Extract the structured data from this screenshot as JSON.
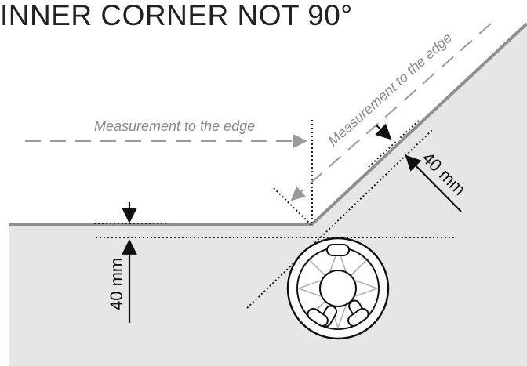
{
  "title": "INNER CORNER NOT 90°",
  "labels": {
    "measurement_horizontal": "Measurement to the edge",
    "measurement_diagonal": "Measurement to the edge",
    "dim_vertical": "40 mm",
    "dim_diagonal": "40 mm"
  },
  "colors": {
    "surface_fill": "#e6e6e6",
    "edge_line": "#8f8f8f",
    "dashed_line": "#9a9a9a",
    "dimension_line": "#111111",
    "robot_fill": "#ffffff",
    "robot_stroke": "#111111",
    "robot_accent": "#b0b0b0"
  }
}
